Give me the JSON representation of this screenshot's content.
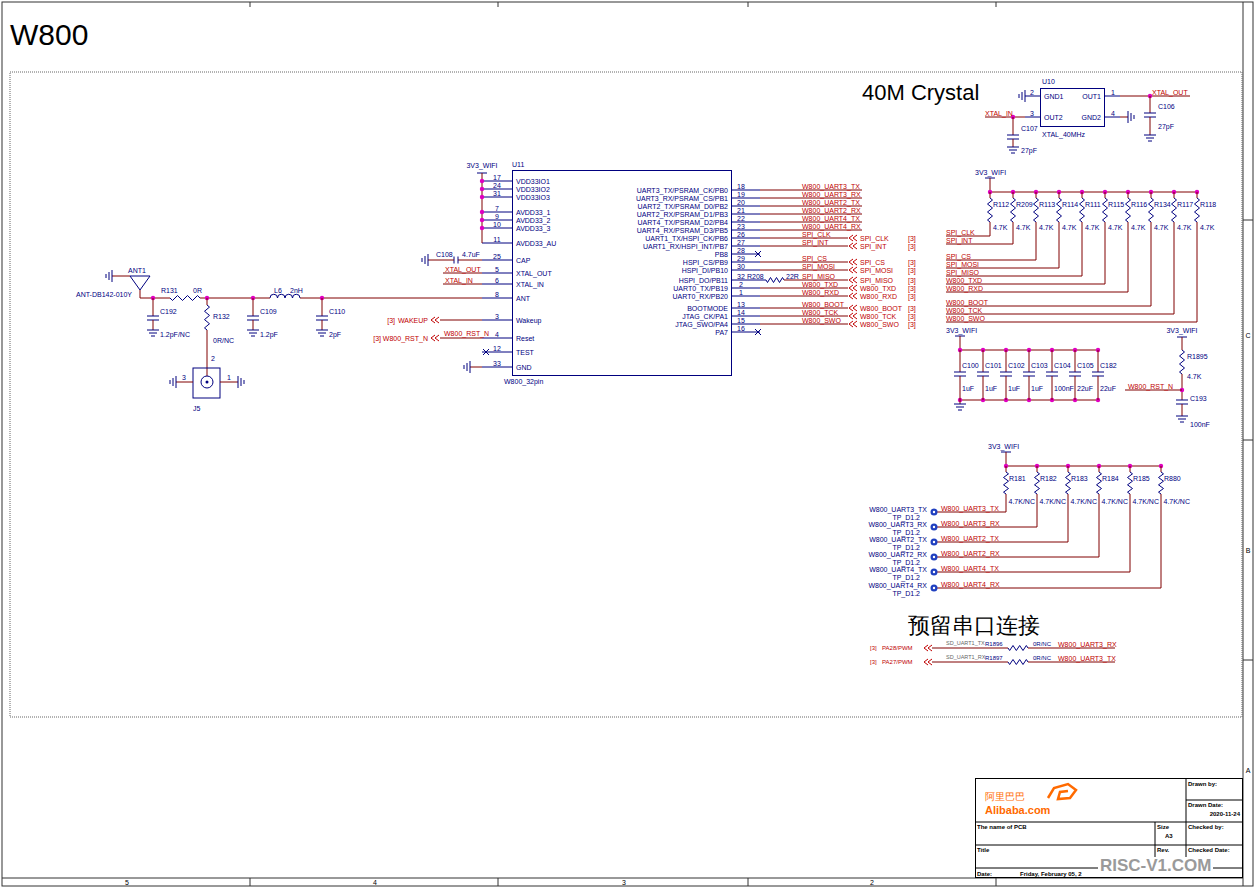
{
  "diagram": {
    "title": "W800",
    "nodes": [
      {
        "text": [
          "U11",
          "VDD33IO1",
          "VDD33IO2",
          "VDD33IO3",
          "AVDD33_1",
          "AVDD33_2",
          "AVDD33_3",
          "AVDD33_AU",
          "CAP",
          "XTAL_OUT",
          "XTAL_IN",
          "ANT",
          "Wakeup",
          "Reset",
          "TEST",
          "GND",
          "UART3_TX/PSRAM_CK/PB0",
          "UART3_RX/PSRAM_CS/PB1",
          "UART2_TX/PSRAM_D0/PB2",
          "UART2_RX/PSRAM_D1/PB3",
          "UART4_TX/PSRAM_D2/PB4",
          "UART4_RX/PSRAM_D3/PB5",
          "UART1_TX/HSPI_CK/PB6",
          "UART1_RX/HSPI_INT/PB7",
          "PB8",
          "HSPI_CS/PB9",
          "HSPI_DI/PB10",
          "HSPI_DO/PB11",
          "UART0_TX/PB19",
          "UART0_RX/PB20",
          "BOOTMODE",
          "JTAG_CK/PA1",
          "JTAG_SWO/PA4",
          "PA7",
          "W800_32pin"
        ]
      },
      {
        "text": [
          "U10",
          "GND1",
          "OUT1",
          "OUT2",
          "GND2",
          "XTAL_40MHz"
        ]
      },
      {
        "text": [
          "阿里巴巴",
          "Alibaba.com",
          "Drawn by:",
          "Drawn Date:",
          "2020-11-24",
          "The name of PCB",
          "Size",
          "A3",
          "Checked by:",
          "Title",
          "Rev.",
          "Checked Date:",
          "Date:",
          "Friday, February 05, 2"
        ]
      }
    ],
    "labels": [
      "5",
      "4",
      "3",
      "2",
      "A",
      "B",
      "C",
      "40M Crystal",
      "2",
      "1",
      "3",
      "4",
      "XTAL_OUT",
      "XTAL_IN",
      "C106",
      "27pF",
      "C107",
      "27pF",
      "17",
      "24",
      "31",
      "7",
      "9",
      "10",
      "11",
      "25",
      "5",
      "6",
      "8",
      "3",
      "4",
      "12",
      "33",
      "3V3_WIFI",
      "C108",
      "4.7uF",
      "XTAL_OUT",
      "XTAL_IN",
      "[3]",
      "WAKEUP",
      "W800_RST_N",
      "[3]",
      "W800_RST_N",
      "18",
      "19",
      "20",
      "21",
      "22",
      "23",
      "26",
      "27",
      "28",
      "29",
      "30",
      "32",
      "2",
      "1",
      "13",
      "14",
      "15",
      "16",
      "W800_UART3_TX",
      "W800_UART3_RX",
      "W800_UART2_TX",
      "W800_UART2_RX",
      "W800_UART4_TX",
      "W800_UART4_RX",
      "SPI_CLK",
      "SPI_INT",
      "SPI_CS",
      "SPI_MOSI",
      "SPI_MISO",
      "W800_TXD",
      "W800_RXD",
      "W800_BOOT",
      "W800_TCK",
      "W800_SWO",
      "R208",
      "22R",
      "SPI_CLK",
      "[3]",
      "SPI_INT",
      "[3]",
      "SPI_CS",
      "[3]",
      "SPI_MOSI",
      "[3]",
      "SPI_MISO",
      "[3]",
      "W800_TXD",
      "[3]",
      "W800_RXD",
      "[3]",
      "W800_BOOT",
      "[3]",
      "W800_TCK",
      "[3]",
      "W800_SWO",
      "[3]",
      "ANT1",
      "ANT-DB142-010Y",
      "R131",
      "0R",
      "C192",
      "1.2pF/NC",
      "R132",
      "0R/NC",
      "C109",
      "1.2pF",
      "L6",
      "2nH",
      "C110",
      "2pF",
      "J5",
      "3",
      "1",
      "2",
      "3V3_WIFI",
      "R112",
      "R209",
      "R113",
      "R114",
      "R111",
      "R115",
      "R116",
      "R134",
      "R117",
      "R118",
      "4.7K",
      "4.7K",
      "4.7K",
      "4.7K",
      "4.7K",
      "4.7K",
      "4.7K",
      "4.7K",
      "4.7K",
      "4.7K",
      "SPI_CLK",
      "SPI_INT",
      "SPI_CS",
      "SPI_MOSI",
      "SPI_MISO",
      "W800_TXD",
      "W800_RXD",
      "W800_BOOT",
      "W800_TCK",
      "W800_SWO",
      "3V3_WIFI",
      "C100",
      "C101",
      "C102",
      "C103",
      "C104",
      "C105",
      "C182",
      "1uF",
      "1uF",
      "1uF",
      "1uF",
      "100nF",
      "22uF",
      "22uF",
      "3V3_WIFI",
      "R1895",
      "4.7K",
      "W800_RST_N",
      "C193",
      "100nF",
      "3V3_WIFI",
      "R181",
      "R182",
      "R183",
      "R184",
      "R185",
      "R880",
      "4.7K/NC",
      "4.7K/NC",
      "4.7K/NC",
      "4.7K/NC",
      "4.7K/NC",
      "4.7K/NC",
      "W800_UART3_TX",
      "W800_UART3_RX",
      "W800_UART2_TX",
      "W800_UART2_RX",
      "W800_UART4_TX",
      "W800_UART4_RX",
      "TP_D1.2",
      "TP_D1.2",
      "TP_D1.2",
      "TP_D1.2",
      "TP_D1.2",
      "TP_D1.2",
      "W800_UART3_TX",
      "W800_UART3_RX",
      "W800_UART2_TX",
      "W800_UART2_RX",
      "W800_UART4_TX",
      "W800_UART4_RX",
      "预留串口连接",
      "[3]",
      "PA28/PWM",
      "[3]",
      "PA27/PWM",
      "SD_UART1_TX",
      "SD_UART1_RX",
      "R1896",
      "R1897",
      "0R/NC",
      "0R/NC",
      "W800_UART3_RX",
      "W800_UART3_TX",
      "RISC-V1.COM"
    ]
  }
}
